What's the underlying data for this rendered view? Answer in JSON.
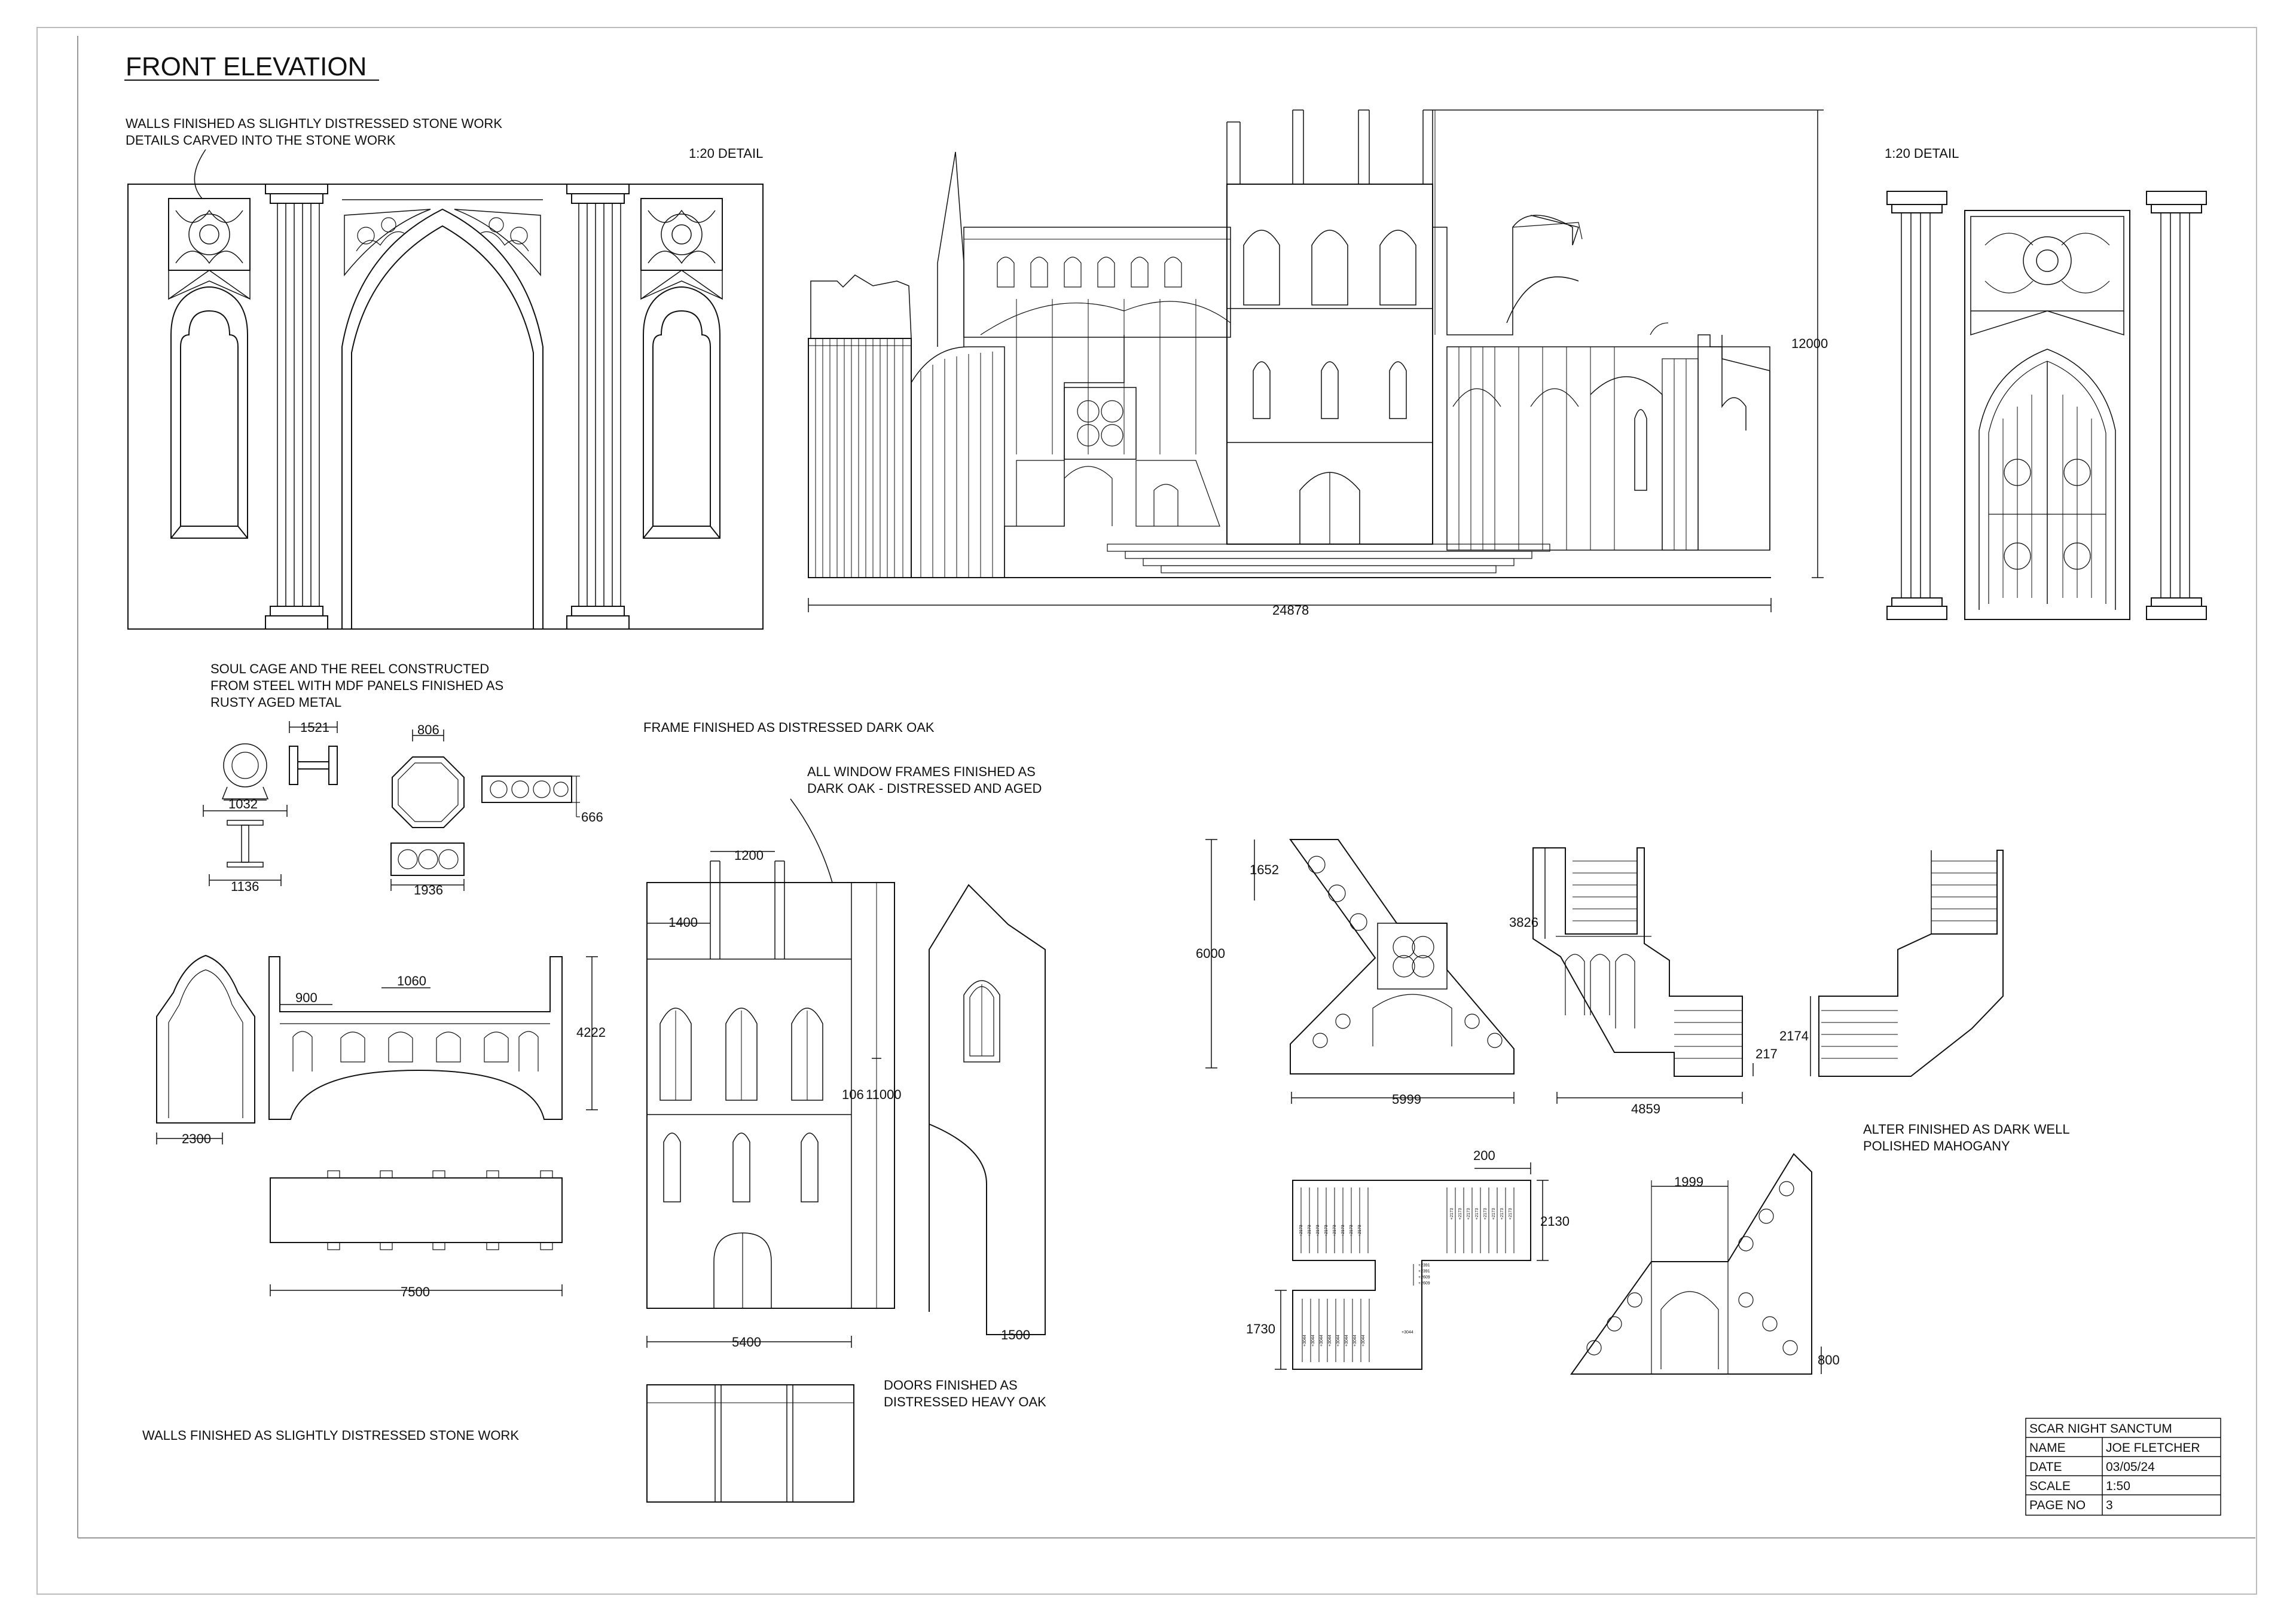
{
  "sheet": {
    "title": "FRONT ELEVATION"
  },
  "notes": {
    "walls_stone_detail_line1": "WALLS FINISHED AS SLIGHTLY DISTRESSED STONE WORK",
    "walls_stone_detail_line2": "DETAILS CARVED INTO THE STONE WORK",
    "detail_left": "1:20 DETAIL",
    "detail_right": "1:20 DETAIL",
    "soul_cage_line1": "SOUL CAGE AND THE REEL CONSTRUCTED",
    "soul_cage_line2": "FROM STEEL WITH MDF PANELS FINISHED AS",
    "soul_cage_line3": "RUSTY AGED METAL",
    "frame_oak": "FRAME FINISHED AS DISTRESSED DARK OAK",
    "window_frames_line1": "ALL WINDOW FRAMES FINISHED AS",
    "window_frames_line2": "DARK OAK - DISTRESSED AND AGED",
    "alter_line1": "ALTER FINISHED AS DARK WELL",
    "alter_line2": "POLISHED MAHOGANY",
    "doors_line1": "DOORS FINISHED AS",
    "doors_line2": "DISTRESSED HEAVY OAK",
    "walls_stone_bottom": "WALLS FINISHED AS SLIGHTLY DISTRESSED STONE WORK"
  },
  "dimensions": {
    "main_height": "12000",
    "main_width": "24878",
    "reel_width": "1521",
    "cage_width": "1032",
    "cage_base": "1136",
    "octagon": "806",
    "panel_depth": "666",
    "panel_width": "1936",
    "bridge_bay": "900",
    "bridge_span": "1060",
    "bridge_height": "4222",
    "arch_width": "2300",
    "balcony_width": "7500",
    "tower_top": "1200",
    "tower_gap": "1400",
    "tower_offset": "106",
    "tower_height": "11000",
    "tower_width": "5400",
    "spire_width": "1500",
    "stair1_landing": "1652",
    "stair1_height": "6000",
    "stair1_width": "5999",
    "stair2_height": "3826",
    "stair2_step": "217",
    "stair2_width": "4859",
    "stair3_height": "2174",
    "plan_top": "200",
    "plan_depth1": "2130",
    "plan_depth2": "1730",
    "stair4_width": "1999",
    "stair4_depth": "800"
  },
  "title_block": {
    "project": "SCAR NIGHT SANCTUM",
    "name_label": "NAME",
    "name_value": "JOE FLETCHER",
    "date_label": "DATE",
    "date_value": "03/05/24",
    "scale_label": "SCALE",
    "scale_value": "1:50",
    "page_label": "PAGE NO",
    "page_value": "3"
  },
  "plan_marks": {
    "upper": [
      "+2173",
      "+2173",
      "+2173",
      "+2173",
      "+2173",
      "+2173",
      "+2173",
      "+2173"
    ],
    "upper_right": [
      "+2173",
      "+2173",
      "+2173",
      "+2173",
      "+2173",
      "+2173",
      "+2173",
      "+2173"
    ],
    "mid": [
      "+2391",
      "+2391",
      "+2609",
      "+2609"
    ],
    "lower": [
      "+3044",
      "+3044",
      "+3044",
      "+3044",
      "+3044",
      "+3044",
      "+3044",
      "+3044"
    ],
    "center": "+3044"
  },
  "colors": {
    "ink": "#111111",
    "paper": "#ffffff",
    "frame": "#8a8a8a"
  }
}
